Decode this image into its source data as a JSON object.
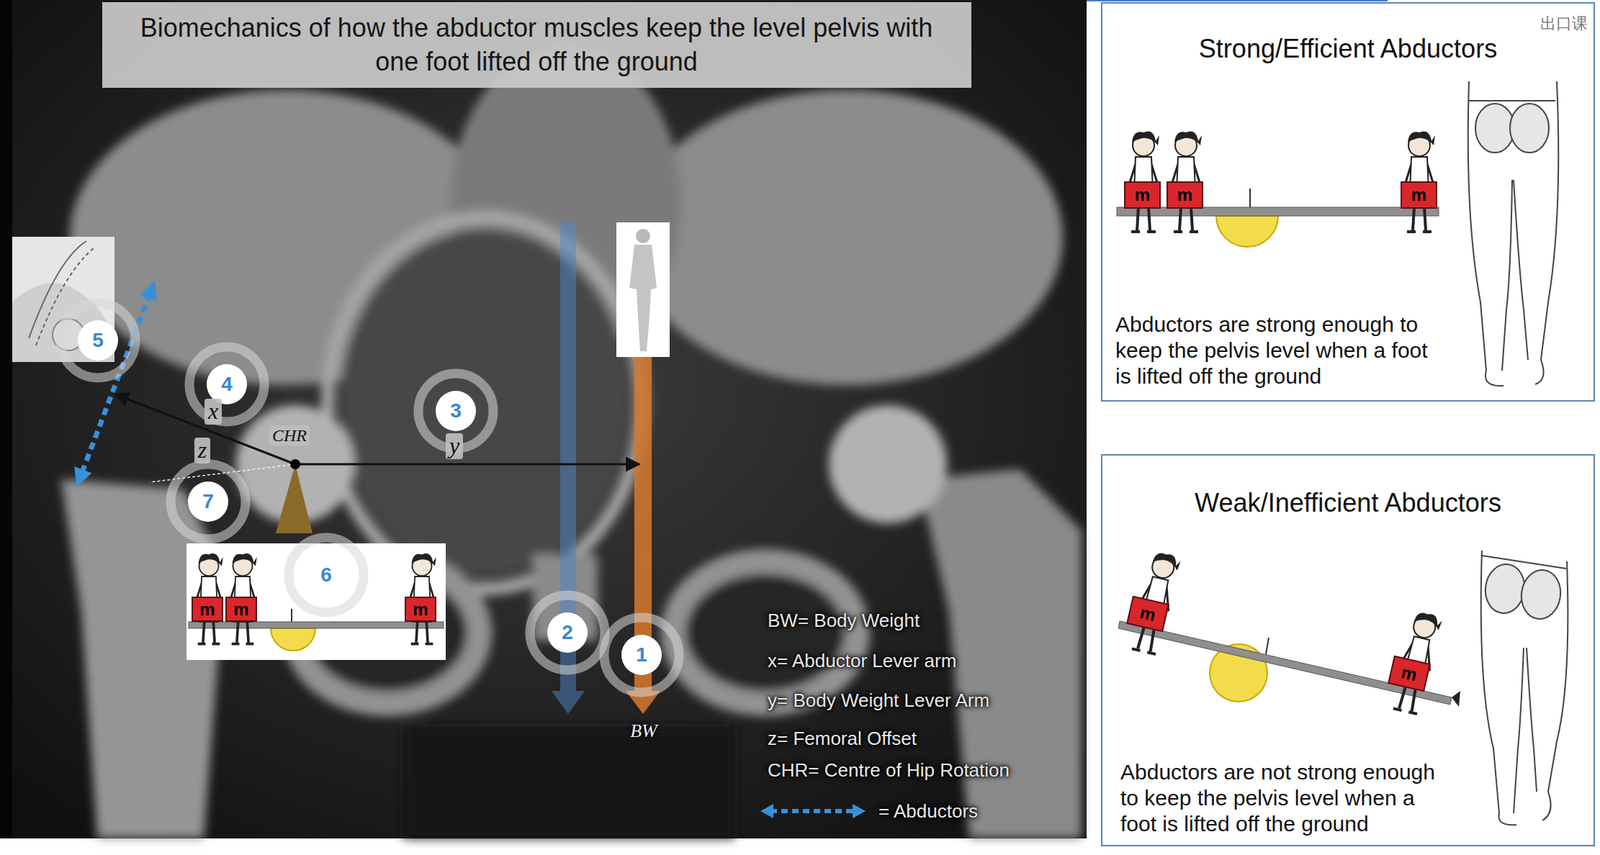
{
  "diagram": {
    "title": "Biomechanics of how the abductor muscles keep the level pelvis with one foot lifted off the ground",
    "nodes": [
      {
        "text": [
          "Strong/Efficient Abductors",
          "Abductors are strong enough to keep the pelvis level when a foot is lifted off the ground"
        ]
      },
      {
        "text": [
          "m"
        ],
        "in": 0
      },
      {
        "text": [
          "m"
        ],
        "in": 0
      },
      {
        "text": [
          "m"
        ],
        "in": 0
      },
      {
        "text": [
          "Weak/Inefficient Abductors",
          "Abductors are not strong enough to keep the pelvis level when a foot is lifted off the ground"
        ]
      },
      {
        "text": [
          "m"
        ],
        "in": 4
      },
      {
        "text": [
          "m"
        ],
        "in": 4
      },
      {
        "text": [
          "m"
        ]
      },
      {
        "text": [
          "m"
        ]
      },
      {
        "text": [
          "m"
        ]
      }
    ],
    "labels": [
      "出口课",
      "5",
      "4",
      "x",
      "CHR",
      "3",
      "y",
      "z",
      "7",
      "6",
      "2",
      "1",
      "BW",
      "BW= Body Weight",
      "x= Abductor Lever arm",
      "y= Body Weight Lever Arm",
      "z= Femoral Offset",
      "CHR= Centre of Hip Rotation"
    ],
    "legend": [
      {
        "text": "= Abductors"
      }
    ]
  }
}
